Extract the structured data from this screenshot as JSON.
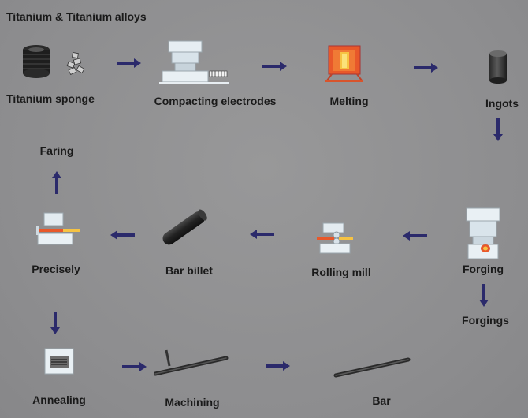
{
  "title": "Titanium & Titanium alloys",
  "steps": {
    "titanium_sponge": "Titanium sponge",
    "compacting_electrodes": "Compacting electrodes",
    "melting": "Melting",
    "ingots": "Ingots",
    "forging": "Forging",
    "forgings": "Forgings",
    "rolling_mill": "Rolling mill",
    "bar_billet": "Bar billet",
    "precisely": "Precisely",
    "faring": "Faring",
    "annealing": "Annealing",
    "machining": "Machining",
    "bar": "Bar"
  },
  "colors": {
    "arrow": "#2b2a6b",
    "background": "#8f8f91",
    "text": "#1a1a1a",
    "heat": "#e8582a"
  }
}
